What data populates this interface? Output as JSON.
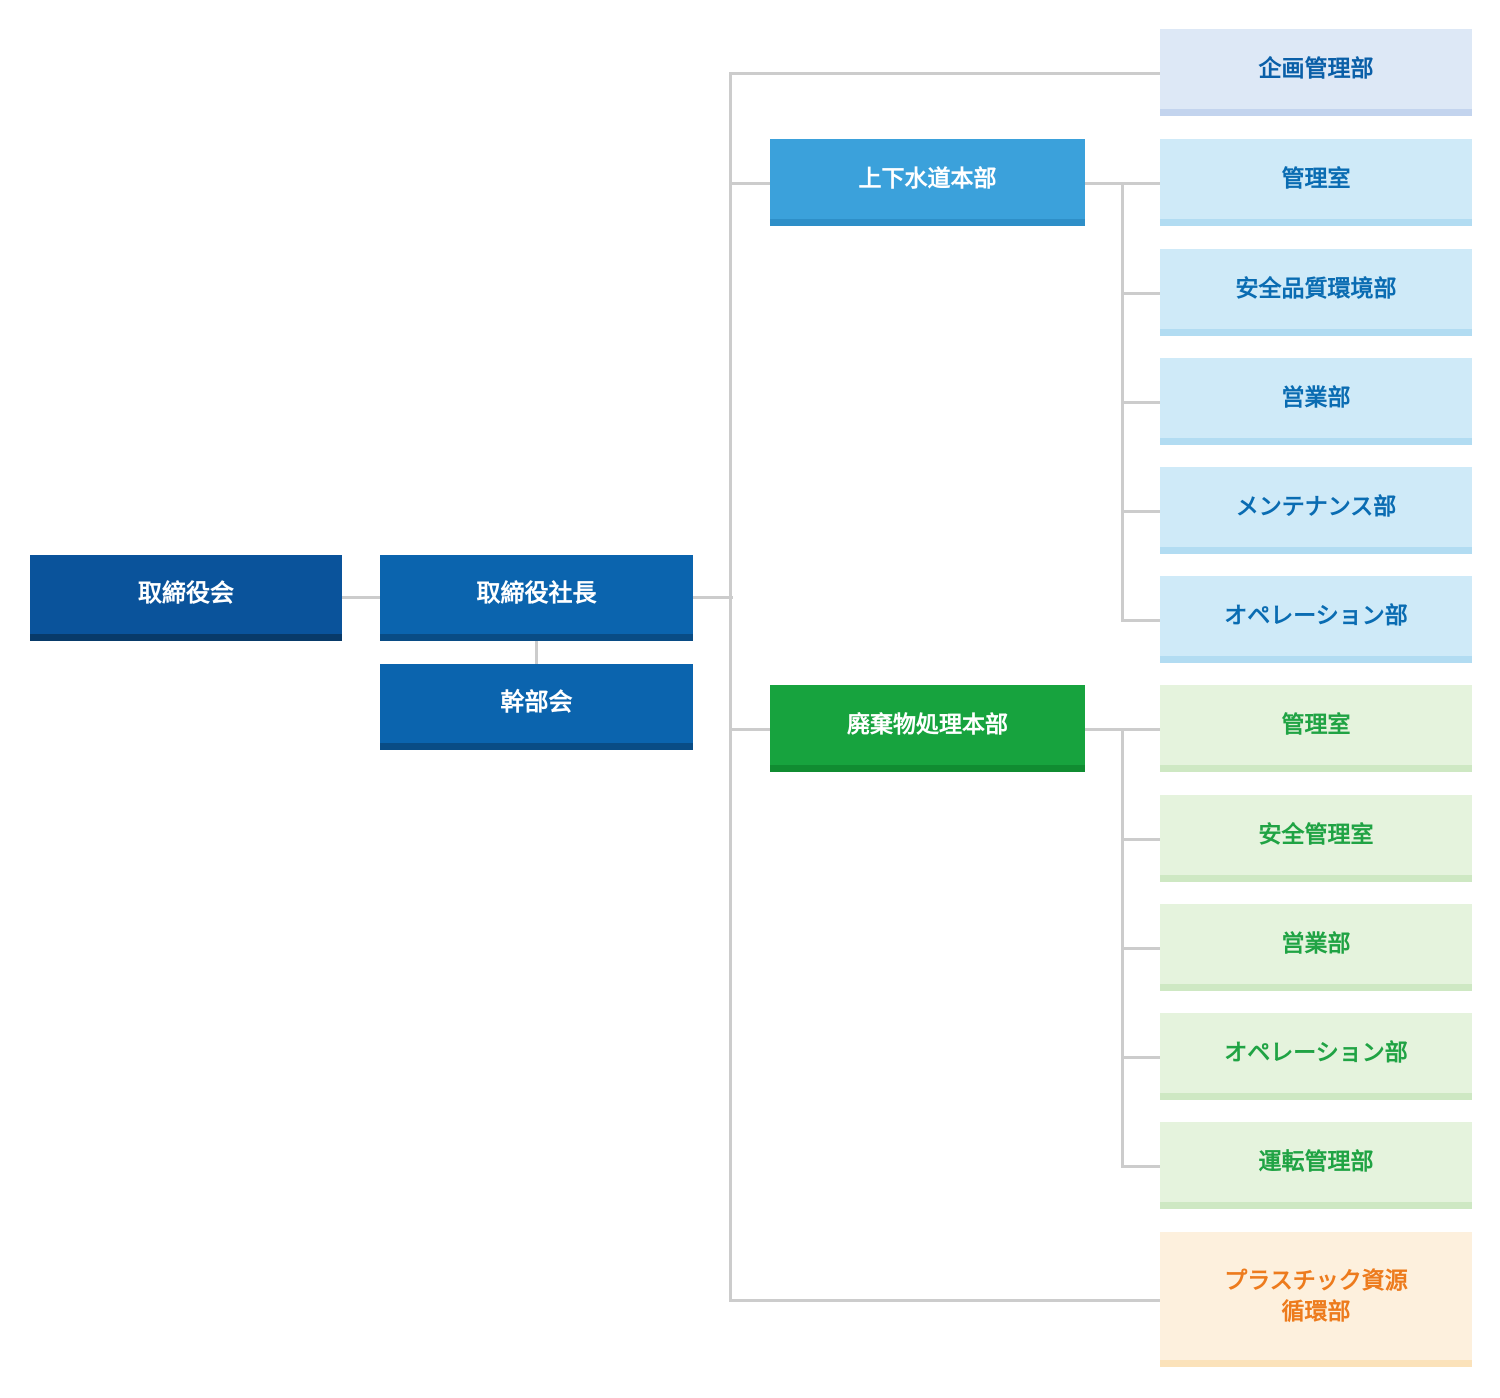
{
  "org": {
    "board": "取締役会",
    "president": "取締役社長",
    "executive_committee": "幹部会",
    "planning": "企画管理部",
    "water_division": {
      "label": "上下水道本部",
      "children": [
        "管理室",
        "安全品質環境部",
        "営業部",
        "メンテナンス部",
        "オペレーション部"
      ]
    },
    "waste_division": {
      "label": "廃棄物処理本部",
      "children": [
        "管理室",
        "安全管理室",
        "営業部",
        "オペレーション部",
        "運転管理部"
      ]
    },
    "plastic_recycling": "プラスチック資源\n循環部"
  },
  "colors": {
    "board_fill": "#0a539b",
    "board_edge": "#083a69",
    "president_fill": "#0b64ae",
    "president_edge": "#094c85",
    "water_fill": "#3ba1db",
    "water_edge": "#2e8fc8",
    "waste_fill": "#17a33e",
    "waste_edge": "#108c31",
    "planning_fill": "#dde8f6",
    "planning_text": "#0a5fa8",
    "water_child_fill": "#cfeaf8",
    "water_child_text": "#0a6cb2",
    "waste_child_fill": "#e5f3dd",
    "waste_child_text": "#20a344",
    "plastic_fill": "#fdf0dd",
    "plastic_text": "#ed7b1d",
    "connector": "#cccccc",
    "background": "#ffffff"
  }
}
